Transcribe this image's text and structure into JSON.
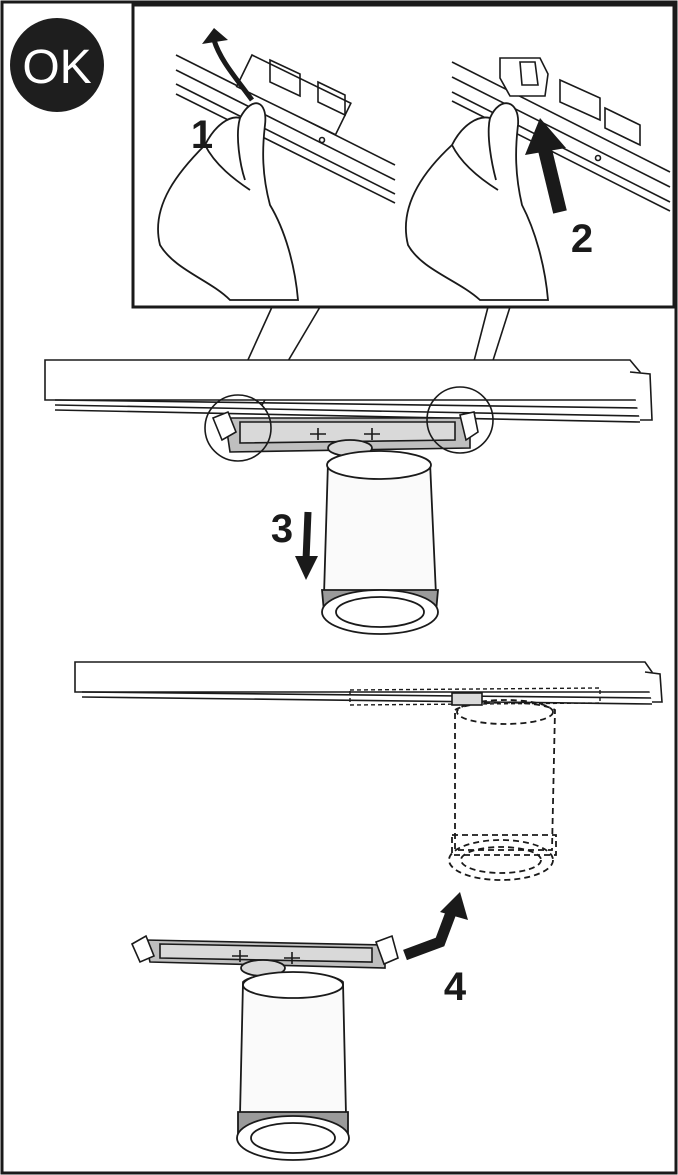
{
  "badge": {
    "label": "OK"
  },
  "steps": {
    "s1": "1",
    "s2": "2",
    "s3": "3",
    "s4": "4"
  },
  "colors": {
    "ink": "#1a1a1a",
    "badge_bg": "#1e1e1e",
    "paper": "#ffffff",
    "module_fill": "#bfbfbf",
    "lamp_fill": "#fafafa"
  },
  "icons": [
    "curved-arrow-icon",
    "straight-arrow-icon",
    "down-arrow-icon",
    "bent-arrow-icon"
  ]
}
